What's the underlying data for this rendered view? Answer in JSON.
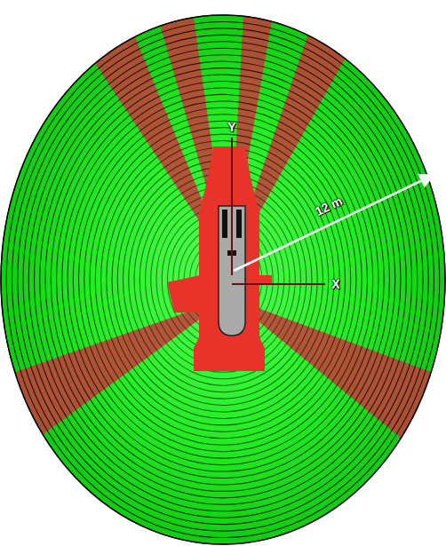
{
  "diagram": {
    "labels": [
      "Y",
      "X",
      "12 m"
    ]
  }
}
